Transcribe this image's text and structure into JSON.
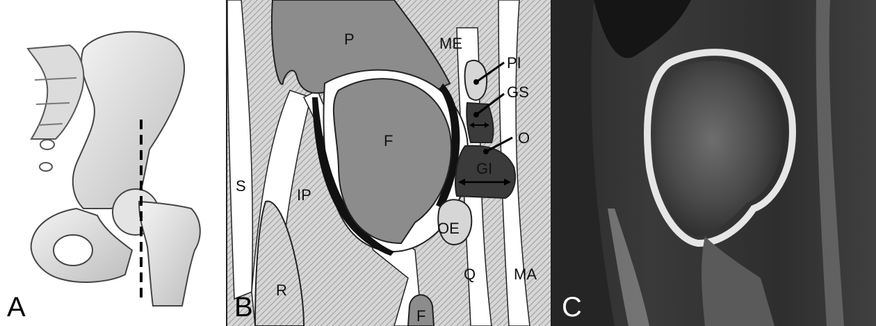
{
  "panels": {
    "a": {
      "label": "A"
    },
    "b": {
      "label": "B",
      "structures": {
        "p": "P",
        "me": "ME",
        "pi": "PI",
        "gs": "GS",
        "o": "O",
        "gi": "GI",
        "f_head": "F",
        "f_shaft": "F",
        "s": "S",
        "ip": "IP",
        "r": "R",
        "oe": "OE",
        "q": "Q",
        "ma": "MA"
      }
    },
    "c": {
      "label": "C"
    }
  },
  "colors": {
    "muscle_hatch": "#9a9a9a",
    "bone_gray": "#8c8c8c",
    "dark_gray": "#3b3b3b",
    "cartilage_black": "#111111",
    "mri_bg": "#1a1a1a"
  }
}
